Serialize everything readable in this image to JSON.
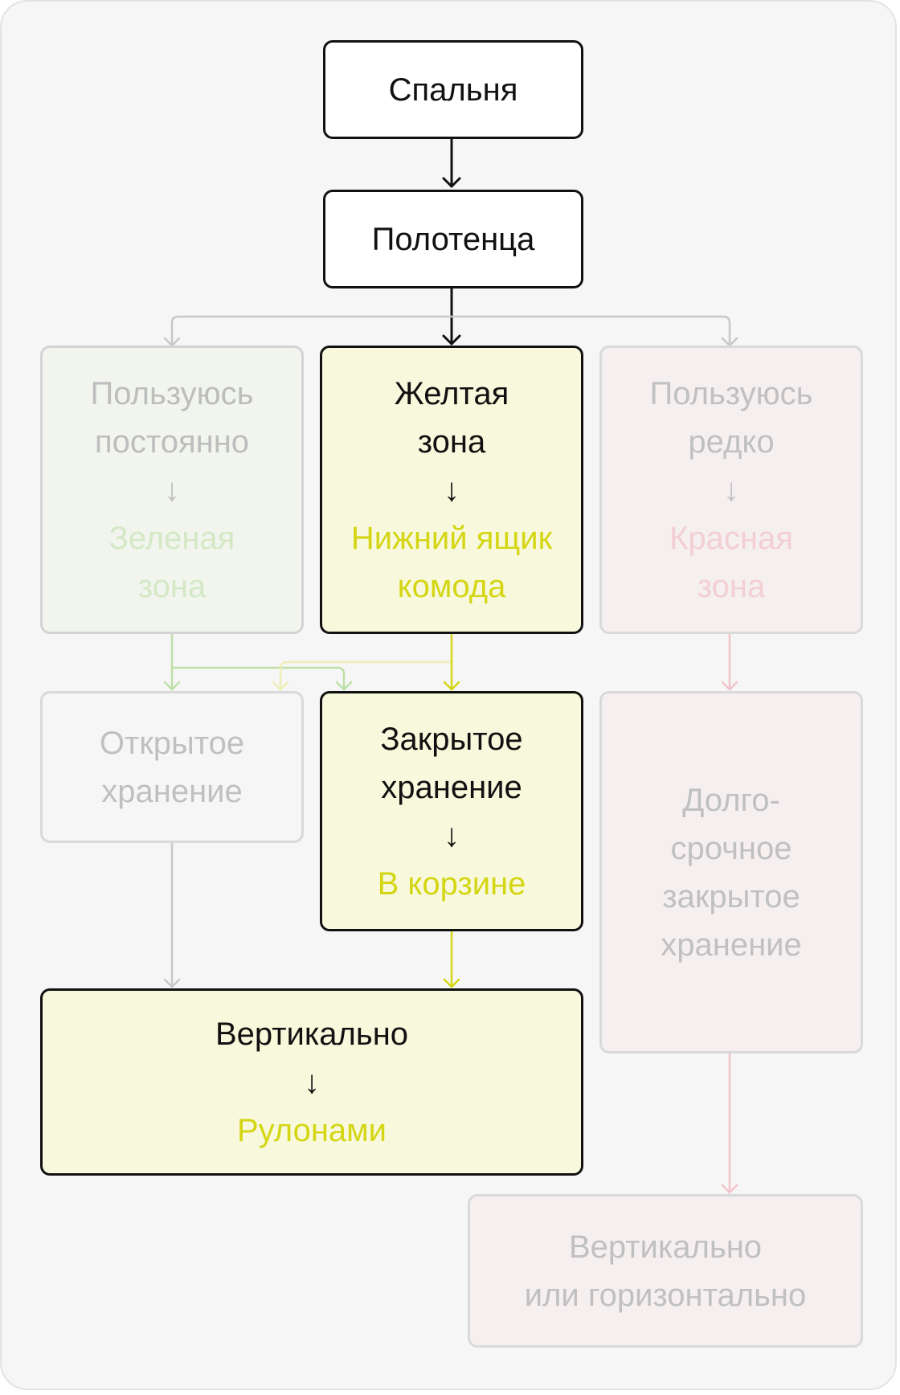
{
  "nodes": {
    "bedroom": {
      "label": "Спальня"
    },
    "towels": {
      "label": "Полотенца"
    },
    "constant": {
      "line1": "Пользуюсь",
      "line2": "постоянно",
      "arrow": "↓",
      "zone1": "Зеленая",
      "zone2": "зона"
    },
    "yellow_zone": {
      "line1": "Желтая",
      "line2": "зона",
      "arrow": "↓",
      "place1": "Нижний ящик",
      "place2": "комода"
    },
    "rare": {
      "line1": "Пользуюсь",
      "line2": "редко",
      "arrow": "↓",
      "zone1": "Красная",
      "zone2": "зона"
    },
    "open_storage": {
      "line1": "Открытое",
      "line2": "хранение"
    },
    "closed_storage": {
      "line1": "Закрытое",
      "line2": "хранение",
      "arrow": "↓",
      "place": "В корзине"
    },
    "longterm": {
      "line1": "Долго-",
      "line2": "срочное",
      "line3": "закрытое",
      "line4": "хранение"
    },
    "vertical": {
      "line1": "Вертикально",
      "arrow": "↓",
      "place": "Рулонами"
    },
    "vert_or_horiz": {
      "line1": "Вертикально",
      "line2": "или горизонтально"
    }
  },
  "colors": {
    "main": "#111111",
    "gray_edge": "#c8c8c8",
    "green_edge": "#bfdfa8",
    "yellow_edge": "#d4d614",
    "yellow_edge_light": "#eeeeb8",
    "pink_edge": "#f2c4c9"
  }
}
